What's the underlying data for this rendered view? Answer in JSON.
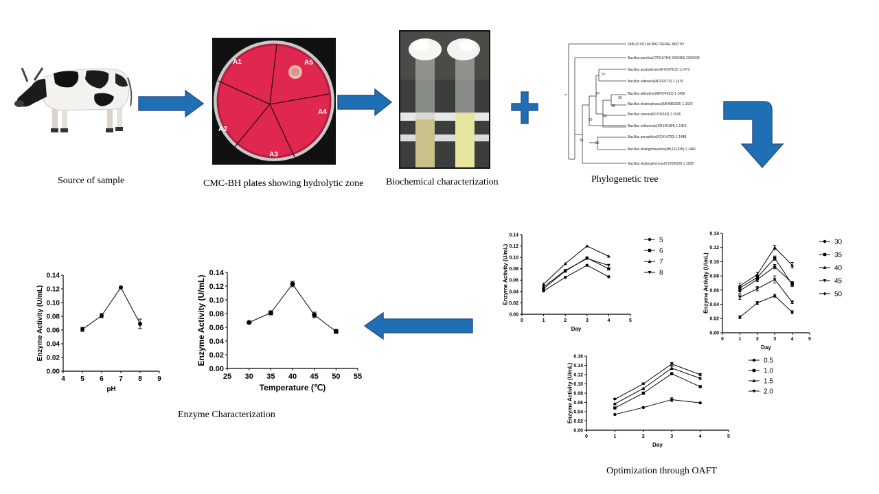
{
  "stages": {
    "source": {
      "caption": "Source of sample"
    },
    "plates": {
      "caption": "CMC-BH plates showing  hydrolytic zone",
      "labels": [
        "A1",
        "A5",
        "A4",
        "A2",
        "A3"
      ]
    },
    "biochem": {
      "caption": "Biochemical  characterization"
    },
    "tree": {
      "caption": "Phylogenetic   tree",
      "leaves": [
        "24B110 091 A5 BACTERIAL BROTH",
        "Bacillus pumilus(CP016784) 2930855 2933408",
        "Bacillus australimaris(KY697915) 1.1473",
        "Bacillus safensis(MF319770) 1.1476",
        "Bacillus altitudinis(MF574023) 1.1499",
        "Bacillus stratosphaeus(MO888292) 1.1522",
        "Bacillus cereus(KR709243) 1.1536",
        "Bacillus velezensis(KR140184) 1.1451",
        "Bacillus aerophilus(KC414720) 1.1488",
        "Bacillus zhangzhouensis(MK131335) 1.1482",
        "Bacillus stratosphericus(KY203659) 1.1508"
      ],
      "bootstrap": [
        "57",
        "67",
        "20",
        "48",
        "93",
        "26",
        "86",
        "56"
      ]
    },
    "characterization": {
      "caption": "Enzyme  Characterization"
    },
    "optimization": {
      "caption": "Optimization  through  OAFT"
    }
  },
  "chart_data": [
    {
      "type": "line",
      "id": "ph",
      "xlabel": "pH",
      "ylabel": "Enzyme Activity (U/mL)",
      "xlim": [
        4,
        9
      ],
      "ylim": [
        0,
        0.14
      ],
      "xticks": [
        4,
        5,
        6,
        7,
        8,
        9
      ],
      "yticks": [
        "0.00",
        "0.02",
        "0.04",
        "0.06",
        "0.08",
        "0.10",
        "0.12",
        "0.14"
      ],
      "series": [
        {
          "x": [
            5,
            6,
            7,
            8
          ],
          "y": [
            0.061,
            0.081,
            0.122,
            0.069
          ],
          "err": [
            0.003,
            0.003,
            0.001,
            0.007
          ],
          "marker": "circle"
        }
      ]
    },
    {
      "type": "line",
      "id": "temperature",
      "xlabel": "Temperature (℃)",
      "ylabel": "Enzyme Activity (U/mL)",
      "xlim": [
        25,
        55
      ],
      "ylim": [
        0,
        0.14
      ],
      "xticks": [
        25,
        30,
        35,
        40,
        45,
        50,
        55
      ],
      "yticks": [
        "0.00",
        "0.02",
        "0.04",
        "0.06",
        "0.08",
        "0.10",
        "0.12",
        "0.14"
      ],
      "series": [
        {
          "x": [
            30,
            35,
            40,
            45,
            50
          ],
          "y": [
            0.067,
            0.081,
            0.123,
            0.078,
            0.054
          ],
          "err": [
            0.001,
            0.003,
            0.004,
            0.004,
            0.003
          ],
          "marker": "circle"
        }
      ]
    },
    {
      "type": "line",
      "id": "ph-day",
      "xlabel": "Day",
      "ylabel": "Enzyme Activity (U/mL)",
      "xlim": [
        0,
        5
      ],
      "ylim": [
        0,
        0.14
      ],
      "xticks": [
        0,
        1,
        2,
        3,
        4,
        5
      ],
      "yticks": [
        "0.00",
        "0.02",
        "0.04",
        "0.06",
        "0.08",
        "0.10",
        "0.12",
        "0.14"
      ],
      "series": [
        {
          "name": "5",
          "x": [
            1,
            2,
            3,
            4
          ],
          "y": [
            0.041,
            0.065,
            0.086,
            0.066
          ],
          "marker": "circle"
        },
        {
          "name": "6",
          "x": [
            1,
            2,
            3,
            4
          ],
          "y": [
            0.045,
            0.076,
            0.099,
            0.08
          ],
          "marker": "square"
        },
        {
          "name": "7",
          "x": [
            1,
            2,
            3,
            4
          ],
          "y": [
            0.053,
            0.089,
            0.12,
            0.102
          ],
          "marker": "triangle"
        },
        {
          "name": "8",
          "x": [
            1,
            2,
            3,
            4
          ],
          "y": [
            0.048,
            0.077,
            0.098,
            0.086
          ],
          "marker": "tridown"
        }
      ]
    },
    {
      "type": "line",
      "id": "temp-day",
      "xlabel": "Day",
      "ylabel": "Enzyme Activity (U/mL)",
      "xlim": [
        0,
        5
      ],
      "ylim": [
        0,
        0.14
      ],
      "xticks": [
        0,
        1,
        2,
        3,
        4,
        5
      ],
      "yticks": [
        "0.00",
        "0.02",
        "0.04",
        "0.06",
        "0.08",
        "0.10",
        "0.12",
        "0.14"
      ],
      "series": [
        {
          "name": "30",
          "x": [
            1,
            2,
            3,
            4
          ],
          "y": [
            0.059,
            0.075,
            0.093,
            0.07
          ],
          "marker": "circle",
          "err": [
            0.004,
            0.003,
            0.003,
            0.002
          ]
        },
        {
          "name": "35",
          "x": [
            1,
            2,
            3,
            4
          ],
          "y": [
            0.063,
            0.078,
            0.105,
            0.068
          ],
          "marker": "square",
          "err": [
            0.003,
            0.003,
            0.003,
            0.003
          ]
        },
        {
          "name": "40",
          "x": [
            1,
            2,
            3,
            4
          ],
          "y": [
            0.066,
            0.082,
            0.12,
            0.095
          ],
          "marker": "triangle",
          "err": [
            0.004,
            0.003,
            0.003,
            0.004
          ]
        },
        {
          "name": "45",
          "x": [
            1,
            2,
            3,
            4
          ],
          "y": [
            0.05,
            0.062,
            0.075,
            0.043
          ],
          "marker": "tridown",
          "err": [
            0.003,
            0.003,
            0.005,
            0.002
          ]
        },
        {
          "name": "50",
          "x": [
            1,
            2,
            3,
            4
          ],
          "y": [
            0.022,
            0.042,
            0.052,
            0.029
          ],
          "marker": "diamond",
          "err": [
            0.002,
            0.002,
            0.002,
            0.002
          ]
        }
      ]
    },
    {
      "type": "line",
      "id": "substrate-day",
      "xlabel": "Day",
      "ylabel": "Enzyme Activity (U/mL)",
      "xlim": [
        0,
        5
      ],
      "ylim": [
        0,
        0.16
      ],
      "xticks": [
        0,
        1,
        2,
        3,
        4,
        5
      ],
      "yticks": [
        "0.00",
        "0.02",
        "0.04",
        "0.06",
        "0.08",
        "0.10",
        "0.12",
        "0.14",
        "0.16"
      ],
      "series": [
        {
          "name": "0.5",
          "x": [
            1,
            2,
            3,
            4
          ],
          "y": [
            0.034,
            0.049,
            0.066,
            0.059
          ],
          "marker": "circle",
          "err": [
            0.001,
            0.001,
            0.004,
            0.001
          ]
        },
        {
          "name": "1.0",
          "x": [
            1,
            2,
            3,
            4
          ],
          "y": [
            0.048,
            0.08,
            0.122,
            0.094
          ],
          "marker": "square",
          "err": [
            0.001,
            0.001,
            0.002,
            0.001
          ]
        },
        {
          "name": "1.5",
          "x": [
            1,
            2,
            3,
            4
          ],
          "y": [
            0.057,
            0.09,
            0.134,
            0.112
          ],
          "marker": "triangle",
          "err": [
            0.001,
            0.001,
            0.003,
            0.002
          ]
        },
        {
          "name": "2.0",
          "x": [
            1,
            2,
            3,
            4
          ],
          "y": [
            0.067,
            0.1,
            0.143,
            0.12
          ],
          "marker": "tridown",
          "err": [
            0.001,
            0.001,
            0.003,
            0.002
          ]
        }
      ]
    }
  ]
}
